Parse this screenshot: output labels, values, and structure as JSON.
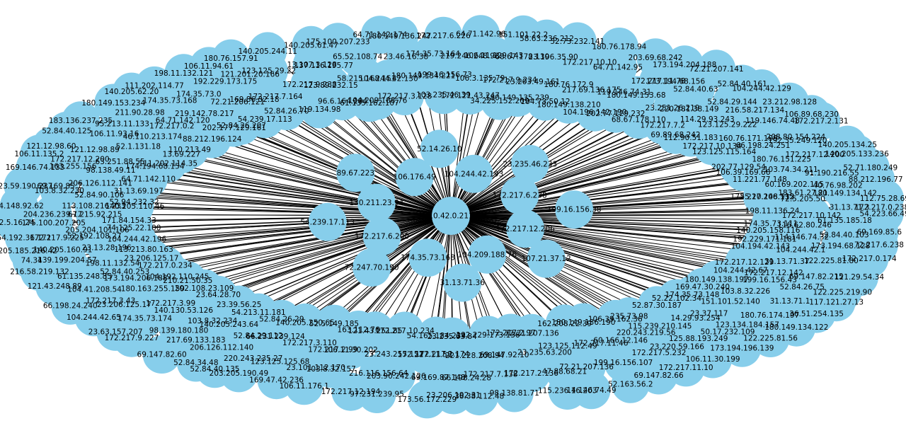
{
  "graph": {
    "node_color": "#87CEEB",
    "edge_color": "#000000",
    "background": "#ffffff",
    "hub": "10.42.0.211",
    "near_nodes": [
      "172.217.12.206",
      "107.21.37.12",
      "104.209.188.76",
      "31.13.71.36",
      "174.35.73.168",
      "72.247.70.190",
      "172.217.6.200",
      "54.239.17.113",
      "130.211.23.94",
      "89.67.223",
      "106.176.49",
      "52.14.26.10",
      "104.244.42.193",
      "23.235.46.233",
      "172.217.6.238",
      "199.16.156.38"
    ],
    "outer_nodes": [
      "54.223.66.49",
      "52.84.40.103",
      "104.244.42.1",
      "172.217.12.129",
      "69.169.85.6",
      "173.194.68.128",
      "31.13.71.37",
      "104.244.42.67",
      "72.217.6.238",
      "122.225.81.80",
      "172.217.12.142",
      "180.149.138.197",
      "172.217.0.174",
      "69.147.82.215",
      "199.16.156.43",
      "169.47.30.240",
      "121.29.54.34",
      "52.84.26.75",
      "103.8.32.226",
      "174.35.73.148",
      "122.225.219.90",
      "31.13.71.1",
      "151.101.52.140",
      "52.22.102.34",
      "117.121.27.13",
      "180.76.174.197",
      "23.37.117",
      "52.87.30.187",
      "36.51.254.135",
      "123.134.184.157",
      "14.29.93.254",
      "235.73.98",
      "180.149.134.122",
      "50.17.232.109",
      "115.239.210.145",
      "106.39.162.36",
      "122.225.81.56",
      "125.88.193.249",
      "220.243.219.56",
      "180.149.136.190",
      "173.194.196.139",
      "23.220.59.166",
      "60.166.12.146",
      "162.208.22.39",
      "106.11.30.199",
      "172.217.5.232",
      "172.217.11.46",
      "72.21.207.136",
      "172.217.11.10",
      "199.16.156.107",
      "123.125.112.49",
      "172.217.2.97",
      "69.147.82.66",
      "72.21.207.136",
      "23.235.63.200",
      "192.229.173.136",
      "52.163.56.2",
      "47.88.68.21",
      "69.147.92.10",
      "23.235.63.84",
      "14.146.74.49",
      "172.217.2.136",
      "221.228.208.94",
      "54.165.184.234",
      "115.236.16.203",
      "172.217.7.138",
      "172.217.2.174",
      "172.217.10.234",
      "98.138.81.71",
      "66.198.24.28",
      "172.217.11.58",
      "121.43.251.85",
      "36.38.112.48",
      "69.169.87.148",
      "23.243.255.152",
      "163.112.76",
      "23.206.192.31",
      "203.90.242.126",
      "106.11.30.202",
      "52.5.149.185",
      "173.56.172.229",
      "216.116.156.64",
      "172.217.2.99",
      "140.205.250.65",
      "97.231.239.95",
      "103.8.32.157",
      "172.217.3.110",
      "52.84.26.29",
      "172.217.12.194",
      "23.101.112.170",
      "66.231.239.124",
      "54.213.11.181",
      "106.11.176.1",
      "123.125.125.68",
      "52.84.29.112",
      "23.39.56.25",
      "169.47.42.236",
      "220.243.235.27",
      "140.205.243.64",
      "23.64.28.70",
      "203.205.190.49",
      "206.126.112.140",
      "103.8.32.234",
      "202.108.23.109",
      "52.84.40.135",
      "217.69.133.183",
      "140.130.53.126",
      "210.21.50.35",
      "52.84.34.48",
      "98.139.180.180",
      "172.217.3.99",
      "104.192.110.245",
      "69.147.82.60",
      "174.35.73.174",
      "180.163.255.159",
      "172.217.0.234",
      "172.217.9.227",
      "23.206.125.17",
      "173.194.206.188",
      "23.206.125.17",
      "23.63.157.207",
      "172.217.3.43",
      "52.84.40.253",
      "113.213.80.163",
      "104.244.42.65",
      "104.41.208.54",
      "198.11.132.54",
      "104.244.42.196",
      "66.198.24.240",
      "61.135.248.85",
      "23.13.28.196",
      "74.125.22.100",
      "121.43.248.89",
      "139.199.204.57",
      "52.192.108.27",
      "171.84.154.33",
      "216.58.219.132",
      "140.205.160.91",
      "205.204.101.106",
      "140.205.110.46",
      "74.34",
      "172.217.9.225",
      "67.215.92.215",
      "52.94.232.32",
      "205.185.216.42",
      "175.100.207.205",
      "113.108.216.233",
      "31.13.69.197",
      "54.192.36.171",
      "204.236.239.17",
      "52.84.90.106",
      "64.71.142.110",
      "52.5.16.24",
      "103.8.32.230",
      "206.126.112.141",
      "174.194.68.154",
      "54.148.92.62",
      "69.169.85.7",
      "98.138.49.11",
      "111.202.114.35",
      "123.59.190.237",
      "163.255.156",
      "63.251.88.55",
      "13.69.227",
      "169.146.74.133",
      "172.217.12.200",
      "52.1.131.18",
      "110.213.49",
      "106.11.135.2",
      "121.12.98.89",
      "46.110.213.174",
      "88.212.196.124",
      "121.12.98.60",
      "106.11.93.16",
      "172.217.0.2",
      "202.177.129.161",
      "52.84.40.125",
      "95.213.11.133",
      "64.71.142.120",
      "52.84.26.207",
      "183.136.237.235",
      "211.90.28.98",
      "219.142.78.217",
      "54.239.17.113",
      "180.149.153.234",
      "174.35.73.168",
      "72.21.206.121",
      "52.84.26.70",
      "140.205.62.20",
      "174.35.73.0",
      "169.86.32.18",
      "119.134.98",
      "111.202.114.77",
      "192.229.173.175",
      "172.217.7.164",
      "96.6.164.184",
      "198.11.132.121",
      "121.201.20.166",
      "172.217.9.238",
      "61.135.162.107",
      "106.11.94.61",
      "123.125.29.22",
      "123.89.232.15",
      "104.209.188.76",
      "180.76.157.91",
      "13.107.3.128",
      "58.215.168.151",
      "172.217.3.128",
      "140.205.244.11",
      "137.116.195.77",
      "104.244.42.130",
      "103.235.46.39",
      "140.205.61.47",
      "65.52.108.74",
      "180.149.134.221",
      "172.121.43.247",
      "175.100.207.233",
      "23.46.16.38",
      "199.16.156.73",
      "34.225.152.209",
      "64.71.142.174",
      "174.35.73.164",
      "106.3.135.79",
      "180.149.135.239",
      "180.149.136.247",
      "219.246.248.93",
      "172.217.9.234",
      "104.73.50.12",
      "172.217.6.226",
      "106.11.129.143",
      "23.203.49.161",
      "180.149.138.210",
      "64.71.142.96",
      "68.67.178.130",
      "180.76.172.9",
      "104.196.142.190",
      "151.101.22.2",
      "23.196.35.90",
      "217.69.136.175",
      "202.77.129.232",
      "58.63.236.212",
      "172.217.10.10",
      "119.146.74.31",
      "68.67.178.110",
      "52.73.232.141",
      "64.71.142.95",
      "180.149.153.68",
      "172.217.7.2",
      "180.76.178.94",
      "172.217.11.78",
      "23.251.26.219",
      "69.89.68.242",
      "203.69.68.242",
      "173.194.68.156",
      "220.181.38.149",
      "112.90.51.183",
      "173.194.204.188",
      "52.84.40.63",
      "114.29.93.243",
      "172.217.10.134",
      "72.21.207.141",
      "52.84.29.144",
      "123.125.29.222",
      "123.125.115.164",
      "52.84.40.161",
      "216.58.217.134",
      "160.76.171.199",
      "202.77.129.54",
      "104.244.42.129",
      "119.146.74.48",
      "66.198.24.251",
      "106.39.169.66",
      "23.212.98.128",
      "208.80.154.224",
      "180.76.151.225",
      "11.221.77.148",
      "106.89.68.230",
      "192.35.249.120",
      "103.74.34.211",
      "172.217.206.135",
      "172.217.2.131",
      "172.217.12.200",
      "60.169.202.115",
      "55.20.148.112",
      "140.205.134.25",
      "91.190.216.55",
      "183.61.27.21",
      "198.11.136.24",
      "140.205.133.236",
      "40.76.98.202",
      "72.5.205.50",
      "174.35.73.111",
      "52.71.180.249",
      "180.149.134.142",
      "172.217.10.142",
      "140.205.158.116",
      "88.212.196.77",
      "31.13.71.3",
      "116.62.80.246",
      "192.229.171.181",
      "112.75.28.69",
      "61.135.185.18",
      "114.146.74.32",
      "104.194.42.143",
      "172.217.0.238"
    ]
  }
}
